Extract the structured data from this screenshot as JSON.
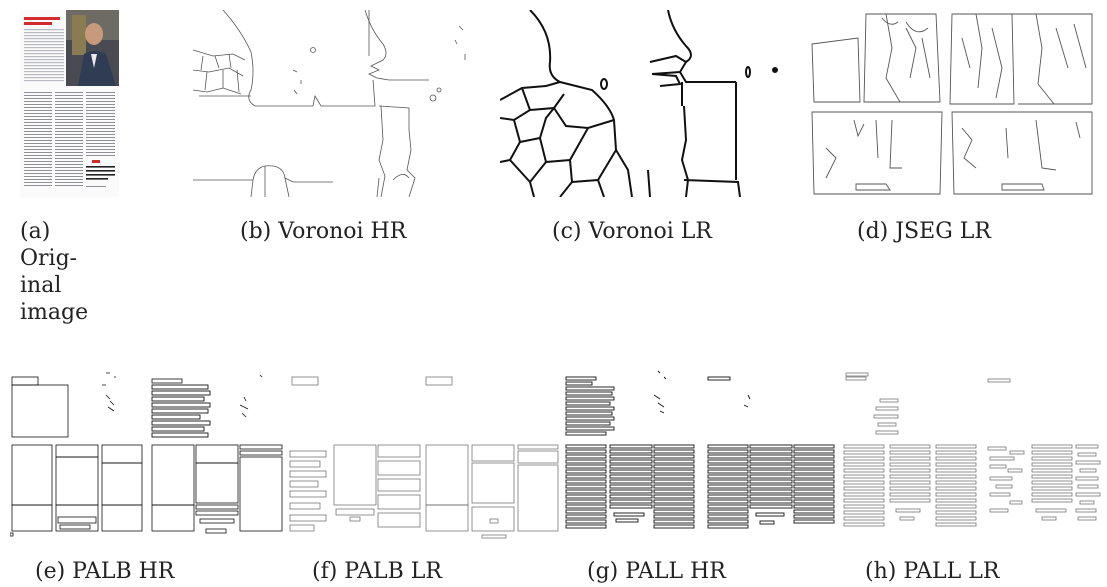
{
  "figure": {
    "panels": [
      {
        "id": "a",
        "caption": "(a) Orig-\ninal\nimage"
      },
      {
        "id": "b",
        "caption": "(b) Voronoi HR"
      },
      {
        "id": "c",
        "caption": "(c) Voronoi LR"
      },
      {
        "id": "d",
        "caption": "(d) JSEG LR"
      },
      {
        "id": "e",
        "caption": "(e) PALB HR"
      },
      {
        "id": "f",
        "caption": "(f) PALB LR"
      },
      {
        "id": "g",
        "caption": "(g) PALL HR"
      },
      {
        "id": "h",
        "caption": "(h) PALL LR"
      }
    ],
    "original_image": {
      "headline": "NONPROFESSIONAL NONPROFESSIONAL",
      "pullquote": "They are work oriented. They want to work a lot. They will work whenever you ask them."
    }
  }
}
